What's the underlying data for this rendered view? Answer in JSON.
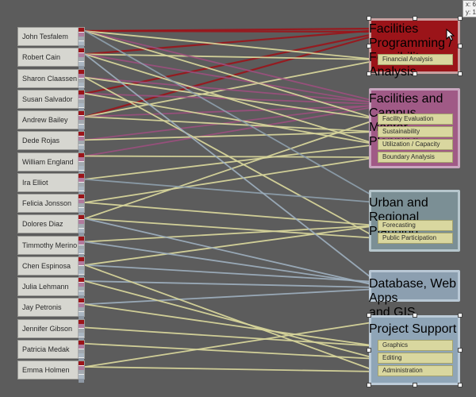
{
  "people": [
    {
      "name": "John Tesfalem"
    },
    {
      "name": "Robert Cain"
    },
    {
      "name": "Sharon Claassen"
    },
    {
      "name": "Susan Salvador"
    },
    {
      "name": "Andrew Bailey"
    },
    {
      "name": "Dede Rojas"
    },
    {
      "name": "William England"
    },
    {
      "name": "Ira Elliot"
    },
    {
      "name": "Felicia Jonsson"
    },
    {
      "name": "Dolores Diaz"
    },
    {
      "name": "Timmothy Merino"
    },
    {
      "name": "Chen Espinosa"
    },
    {
      "name": "Julia Lehmann"
    },
    {
      "name": "Jay Petronis"
    },
    {
      "name": "Jennifer Gibson"
    },
    {
      "name": "Patricia Medak"
    },
    {
      "name": "Emma Holmen"
    }
  ],
  "groups": [
    {
      "id": "fpf",
      "title_lines": [
        "Facilities",
        "Programming /",
        "Feasibility Analysis"
      ],
      "color": "#9b1419",
      "border": "#c9a0a0",
      "subs": [
        "Financial Analysis"
      ],
      "selected": true
    },
    {
      "id": "fcmp",
      "title_lines": [
        "Facilities and Campus",
        "Master Planning"
      ],
      "color": "#a05a86",
      "border": "#c9a6bf",
      "subs": [
        "Facility Evaluation",
        "Sustainability",
        "Utilization / Capacity",
        "Boundary Analysis"
      ],
      "selected": false
    },
    {
      "id": "urp",
      "title_lines": [
        "Urban and",
        "Regional Planning"
      ],
      "color": "#7b8f95",
      "border": "#b6c6cc",
      "subs": [
        "Forecasting",
        "Public Participation"
      ],
      "selected": false
    },
    {
      "id": "db",
      "title_lines": [
        "Database, Web Apps",
        "and GIS Analysis"
      ],
      "color": "#8c9fb0",
      "border": "#b9c8d5",
      "subs": [],
      "selected": false
    },
    {
      "id": "ps",
      "title_lines": [
        "Project Support"
      ],
      "color": "#8fa5b7",
      "border": "#bccbd8",
      "subs": [
        "Graphics",
        "Editing",
        "Administration"
      ],
      "selected": true
    }
  ],
  "link_colors": {
    "fpf": "#9b1419",
    "fcmp": "#9c4f7e",
    "urp": "#8ea0ad",
    "db": "#9fb0c0",
    "sub": "#d6d49a"
  },
  "strip_colors": [
    "#9b1419",
    "#b07a9c",
    "#a2a9b0",
    "#aab6c2",
    "#8e98a4"
  ],
  "tooltip": {
    "line1": "x: 6",
    "line2": "y: 1"
  }
}
